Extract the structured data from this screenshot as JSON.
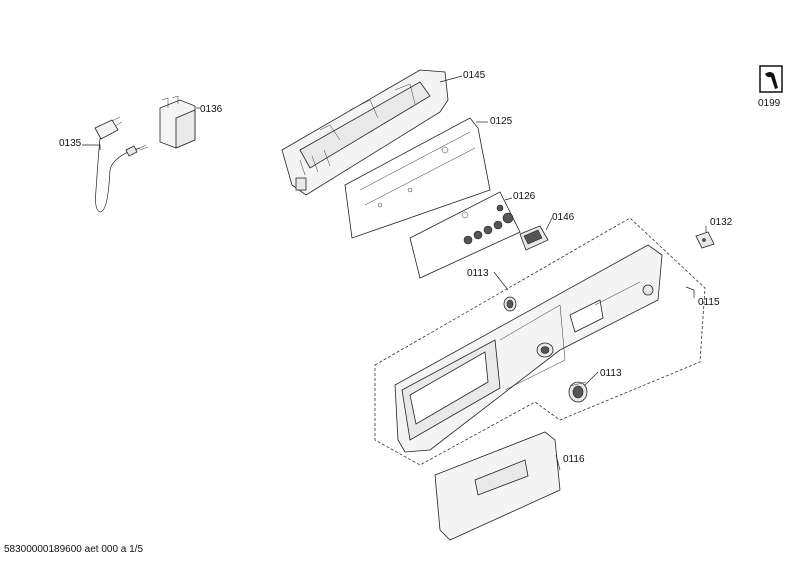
{
  "parts": {
    "p0135": "0135",
    "p0136": "0136",
    "p0145": "0145",
    "p0125": "0125",
    "p0126": "0126",
    "p0146": "0146",
    "p0113a": "0113",
    "p0113b": "0113",
    "p0132": "0132",
    "p0115": "0115",
    "p0116": "0116",
    "p0199": "0199"
  },
  "footer": "58300000189600 aet 000 a 1/5"
}
